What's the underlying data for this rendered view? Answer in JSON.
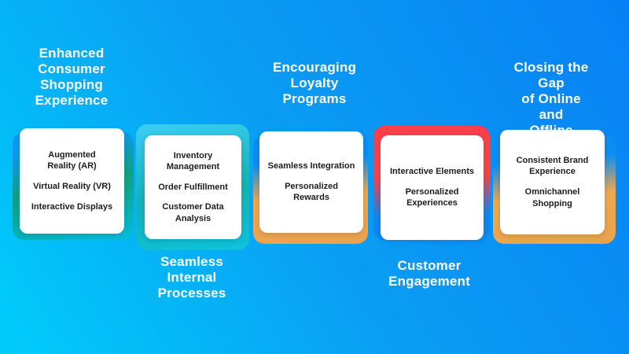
{
  "background": {
    "gradient_from": "#00cdfb",
    "gradient_mid": "#0a9df3",
    "gradient_to": "#0781f5"
  },
  "accent_colors": {
    "green_teal": "#11a07f",
    "teal": "#14b6c0",
    "orange": "#eda84e",
    "red": "#fb4049"
  },
  "stages": [
    {
      "heading": "Enhanced\nConsumer\nShopping\nExperience",
      "heading_position": "top",
      "accent": "#11a07f",
      "items": [
        "Augmented\nReality (AR)",
        "Virtual Reality (VR)",
        "Interactive Displays"
      ]
    },
    {
      "heading": "Seamless\nInternal\nProcesses",
      "heading_position": "bottom",
      "accent": "#14b6c0",
      "items": [
        "Inventory\nManagement",
        "Order Fulfillment",
        "Customer Data\nAnalysis"
      ]
    },
    {
      "heading": "Encouraging\nLoyalty\nPrograms",
      "heading_position": "top",
      "accent": "#eda84e",
      "items": [
        "Seamless Integration",
        "Personalized\nRewards"
      ]
    },
    {
      "heading": "Customer\nEngagement",
      "heading_position": "bottom",
      "accent": "#fb4049",
      "items": [
        "Interactive Elements",
        "Personalized\nExperiences"
      ]
    },
    {
      "heading": "Closing the Gap\nof Online and\nOffline Retail",
      "heading_position": "top",
      "accent": "#eda84e",
      "items": [
        "Consistent Brand\nExperience",
        "Omnichannel\nShopping"
      ]
    }
  ]
}
